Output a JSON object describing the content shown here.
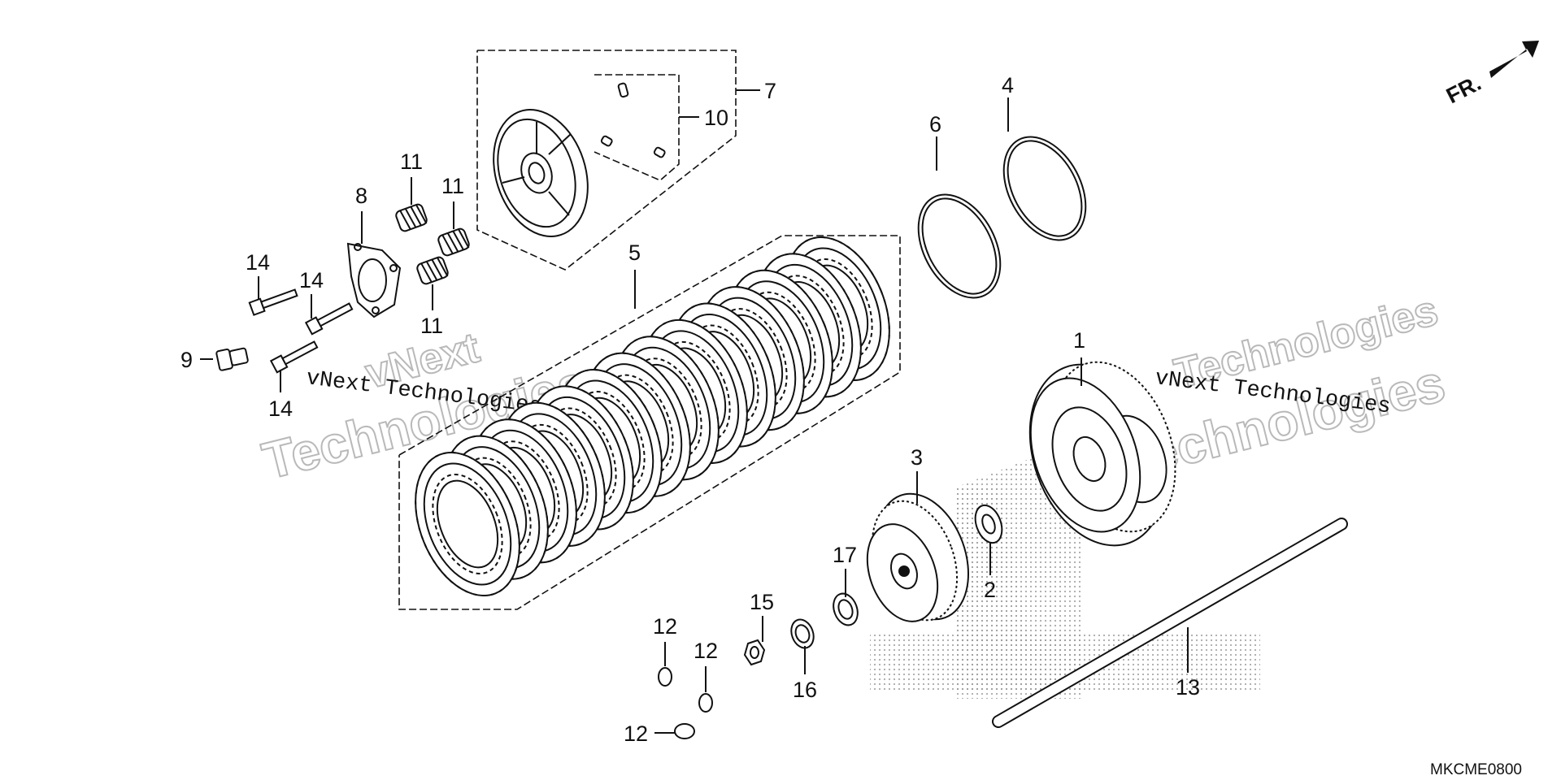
{
  "diagram": {
    "direction_indicator": "FR.",
    "diagram_code": "MKCME0800",
    "watermark": {
      "line1": "vNext",
      "line2": "Technologies",
      "full": "vNext Technologies"
    },
    "callouts": [
      {
        "id": "c1",
        "label": "1"
      },
      {
        "id": "c2",
        "label": "2"
      },
      {
        "id": "c3",
        "label": "3"
      },
      {
        "id": "c4",
        "label": "4"
      },
      {
        "id": "c5",
        "label": "5"
      },
      {
        "id": "c6",
        "label": "6"
      },
      {
        "id": "c7",
        "label": "7"
      },
      {
        "id": "c8",
        "label": "8"
      },
      {
        "id": "c9",
        "label": "9"
      },
      {
        "id": "c10",
        "label": "10"
      },
      {
        "id": "c11a",
        "label": "11"
      },
      {
        "id": "c11b",
        "label": "11"
      },
      {
        "id": "c11c",
        "label": "11"
      },
      {
        "id": "c12a",
        "label": "12"
      },
      {
        "id": "c12b",
        "label": "12"
      },
      {
        "id": "c12c",
        "label": "12"
      },
      {
        "id": "c13",
        "label": "13"
      },
      {
        "id": "c14a",
        "label": "14"
      },
      {
        "id": "c14b",
        "label": "14"
      },
      {
        "id": "c14c",
        "label": "14"
      },
      {
        "id": "c15",
        "label": "15"
      },
      {
        "id": "c16",
        "label": "16"
      },
      {
        "id": "c17",
        "label": "17"
      }
    ]
  }
}
